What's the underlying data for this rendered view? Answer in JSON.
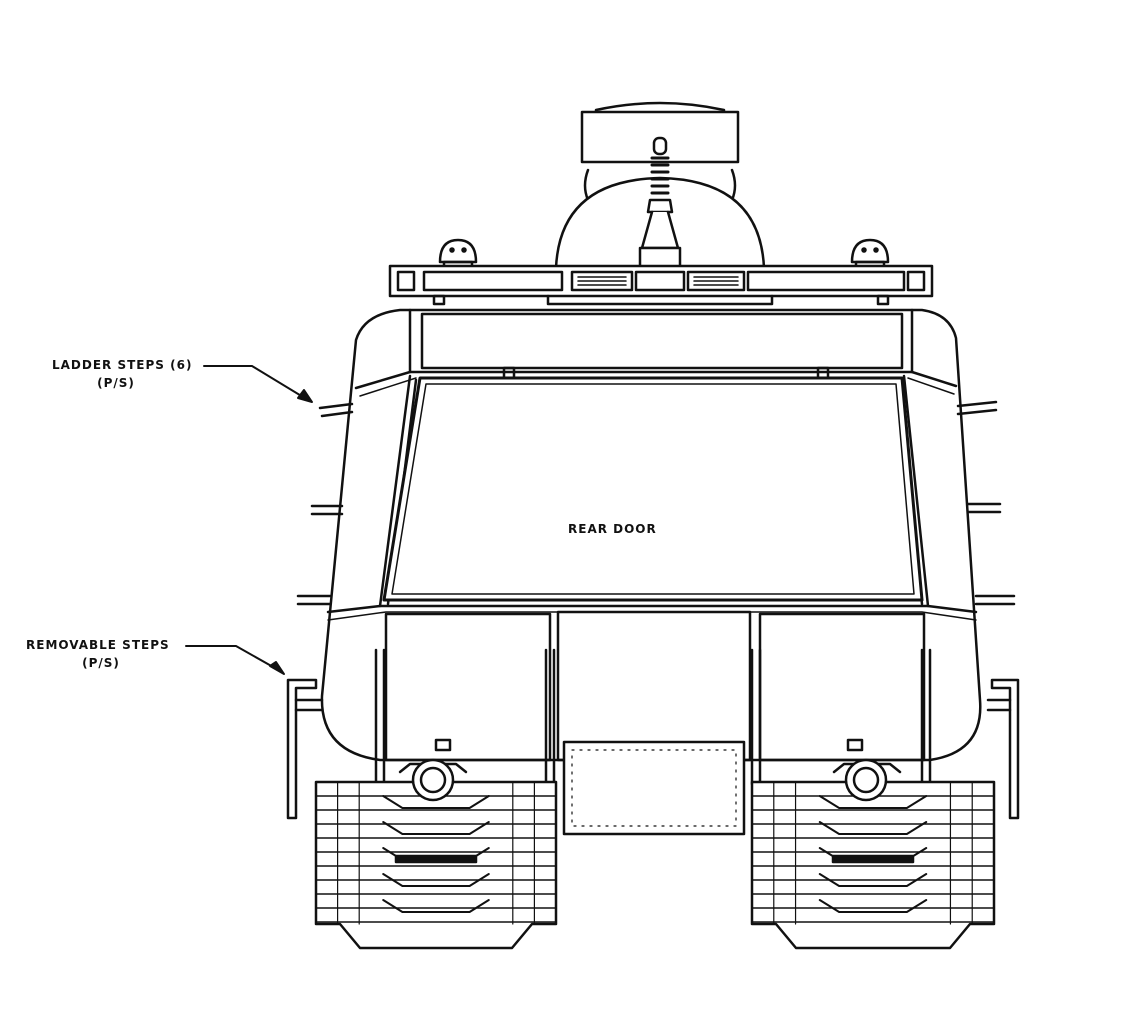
{
  "labels": {
    "ladder_line1": "LADDER STEPS (6)",
    "ladder_line2": "(P/S)",
    "removable_line1": "REMOVABLE STEPS",
    "removable_line2": "(P/S)",
    "rear_door": "REAR DOOR"
  },
  "colors": {
    "ink": "#111111",
    "paper": "#ffffff"
  }
}
